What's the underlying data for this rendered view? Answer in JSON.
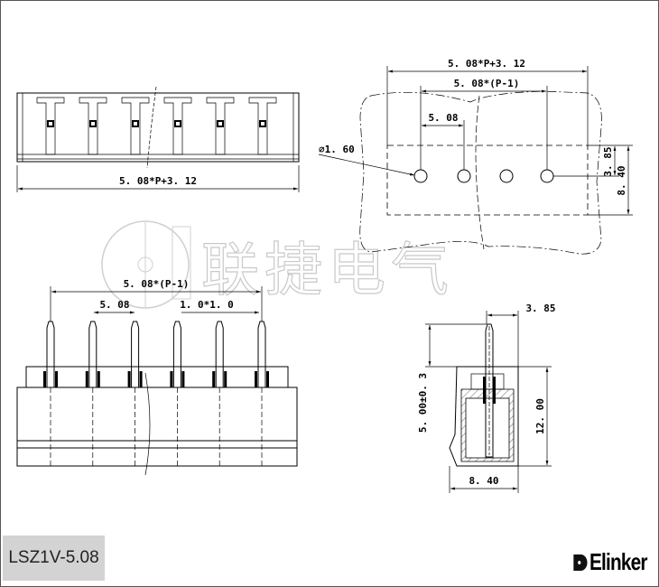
{
  "top_view": {
    "overall_dim": "5. 08*P+3. 12"
  },
  "pcb_view": {
    "overall_dim": "5. 08*P+3. 12",
    "span_dim": "5. 08*(P-1)",
    "pitch_dim": "5. 08",
    "hole_dim": "∅1. 60",
    "row_offset_dim": "3. 85",
    "depth_dim": "8. 40"
  },
  "front_view": {
    "span_dim": "5. 08*(P-1)",
    "pitch_dim": "5. 08",
    "pin_dim": "1. 0*1. 0"
  },
  "side_view": {
    "offset_dim": "3. 85",
    "pin_len_dim": "5. 00±0. 3",
    "height_dim": "12. 00",
    "width_dim": "8. 40"
  },
  "watermark": "联捷电气",
  "model_label": "LSZ1V-5.08",
  "brand": "Elinker"
}
